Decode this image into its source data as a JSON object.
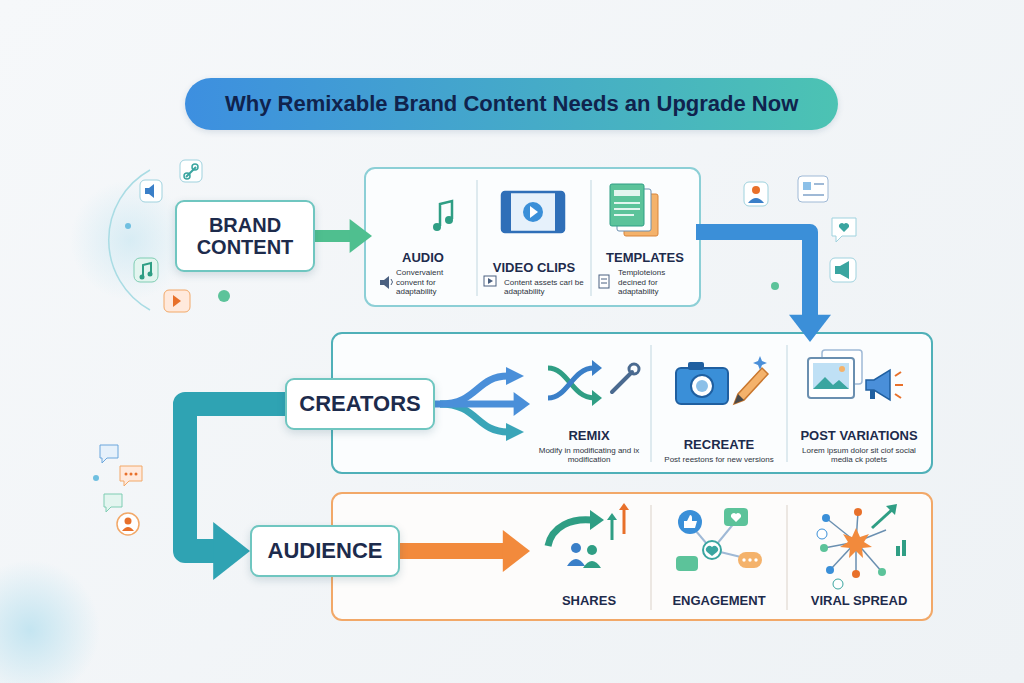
{
  "diagram": {
    "title": "Why Remixable Brand Content Needs an Upgrade Now",
    "nodes": [
      {
        "text": [
          "BRAND CONTENT"
        ]
      },
      {
        "text": [
          "AUDIO",
          "Convervaient convent for adaptability"
        ]
      },
      {
        "text": [
          "VIDEO CLIPS",
          "Content assets carl be adaptability"
        ]
      },
      {
        "text": [
          "TEMPLATES",
          "Temploteions decined for adaptability"
        ]
      },
      {
        "text": [
          "CREATORS"
        ]
      },
      {
        "text": [
          "REMIX",
          "Modify in modificating and ix modification"
        ]
      },
      {
        "text": [
          "RECREATE",
          "Post reestons for new versions"
        ]
      },
      {
        "text": [
          "POST VARIATIONS",
          "Lorem ipsum dolor sit ciof social media ck potets"
        ]
      },
      {
        "text": [
          "AUDIENCE"
        ]
      },
      {
        "text": [
          "SHARES"
        ]
      },
      {
        "text": [
          "ENGAGEMENT"
        ]
      },
      {
        "text": [
          "VIRAL SPREAD"
        ]
      }
    ],
    "edges": [
      {
        "from": 0,
        "to": 1,
        "arrow": "to"
      },
      {
        "from": 3,
        "to": 7,
        "arrow": "to"
      },
      {
        "from": 4,
        "to": 5,
        "arrow": "to"
      },
      {
        "from": 4,
        "to": 8,
        "arrow": "to"
      },
      {
        "from": 8,
        "to": 9,
        "arrow": "to"
      }
    ]
  }
}
